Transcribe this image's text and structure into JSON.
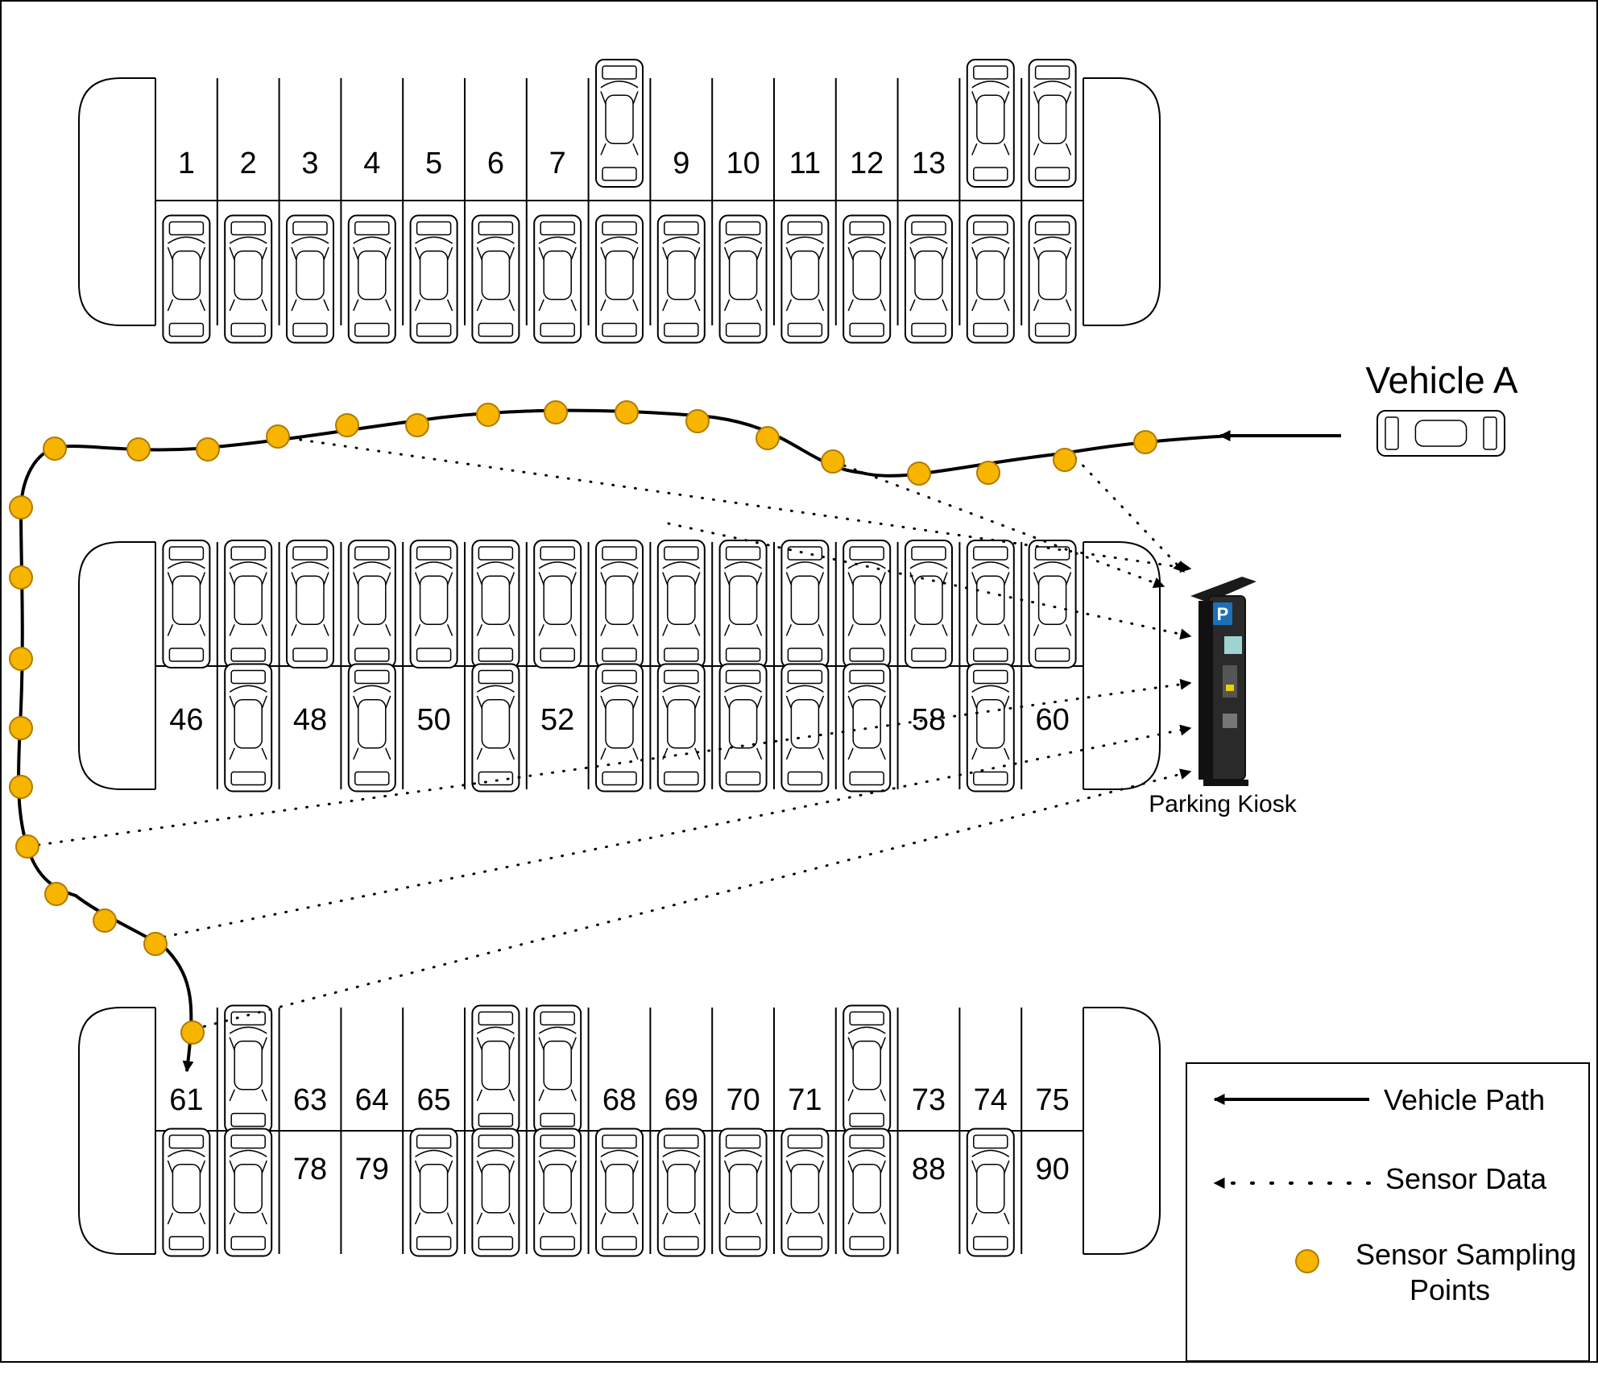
{
  "diagram": {
    "vehicle_label": "Vehicle A",
    "kiosk_label": "Parking Kiosk",
    "kiosk_sign": "P",
    "colors": {
      "sampling_point": "#F7B500",
      "kiosk_sign": "#1E6FB8",
      "line": "#000000"
    }
  },
  "lots": {
    "lot1_top": [
      "1",
      "2",
      "3",
      "4",
      "5",
      "6",
      "7",
      "",
      "9",
      "10",
      "11",
      "12",
      "13",
      "",
      ""
    ],
    "lot1_top_occupied": [
      false,
      false,
      false,
      false,
      false,
      false,
      false,
      true,
      false,
      false,
      false,
      false,
      false,
      true,
      true
    ],
    "lot1_bottom_occupied": [
      true,
      true,
      true,
      true,
      true,
      true,
      true,
      true,
      true,
      true,
      true,
      true,
      true,
      true,
      true
    ],
    "lot2_top_occupied": [
      true,
      true,
      true,
      true,
      true,
      true,
      true,
      true,
      true,
      true,
      true,
      true,
      true,
      true,
      true
    ],
    "lot2_bottom": [
      "46",
      "",
      "48",
      "",
      "50",
      "",
      "52",
      "",
      "",
      "",
      "",
      "",
      "58",
      "",
      "60"
    ],
    "lot2_bottom_occupied": [
      false,
      true,
      false,
      true,
      false,
      true,
      false,
      true,
      true,
      true,
      true,
      true,
      false,
      true,
      false
    ],
    "lot3_top": [
      "61",
      "",
      "63",
      "64",
      "65",
      "",
      "",
      "68",
      "69",
      "70",
      "71",
      "",
      "73",
      "74",
      "75"
    ],
    "lot3_top_occupied": [
      false,
      true,
      false,
      false,
      false,
      true,
      true,
      false,
      false,
      false,
      false,
      true,
      false,
      false,
      false
    ],
    "lot3_bottom": [
      "",
      "",
      "78",
      "79",
      "",
      "",
      "",
      "",
      "",
      "",
      "",
      "",
      "88",
      "",
      "90"
    ],
    "lot3_bottom_occupied": [
      true,
      true,
      false,
      false,
      true,
      true,
      true,
      true,
      true,
      true,
      true,
      true,
      false,
      true,
      false
    ]
  },
  "legend": {
    "items": [
      {
        "label": "Vehicle Path",
        "icon": "solid-arrow-icon"
      },
      {
        "label": "Sensor Data",
        "icon": "dotted-arrow-icon"
      },
      {
        "label": "Sensor Sampling",
        "label2": "Points",
        "icon": "sampling-point-icon"
      }
    ]
  }
}
